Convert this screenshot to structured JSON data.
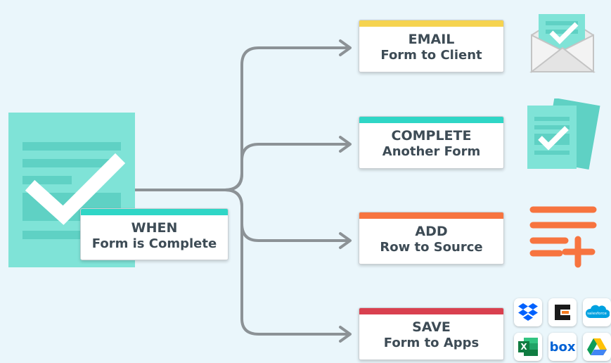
{
  "trigger": {
    "line1": "WHEN",
    "line2": "Form is Complete",
    "accent": "#2fd6c6"
  },
  "actions": [
    {
      "line1": "EMAIL",
      "line2": "Form to Client",
      "accent": "#f5d34f"
    },
    {
      "line1": "COMPLETE",
      "line2": "Another Form",
      "accent": "#2fd6c6"
    },
    {
      "line1": "ADD",
      "line2": "Row to Source",
      "accent": "#f7743f"
    },
    {
      "line1": "SAVE",
      "line2": "Form to Apps",
      "accent": "#d9404f"
    }
  ],
  "icons": {
    "trigger": "form-check-icon",
    "email": "envelope-check-icon",
    "complete": "forms-stack-check-icon",
    "add": "list-add-icon",
    "apps": [
      "dropbox-icon",
      "c-logo-icon",
      "salesforce-icon",
      "excel-icon",
      "box-icon",
      "google-drive-icon"
    ]
  },
  "app_labels": {
    "excel": "X",
    "box": "box",
    "salesforce": "salesforce"
  },
  "colors": {
    "connector": "#8c9296",
    "teal_light": "#7fe3d7",
    "teal_dark": "#4fcbbd",
    "background": "#eaf6fb"
  }
}
